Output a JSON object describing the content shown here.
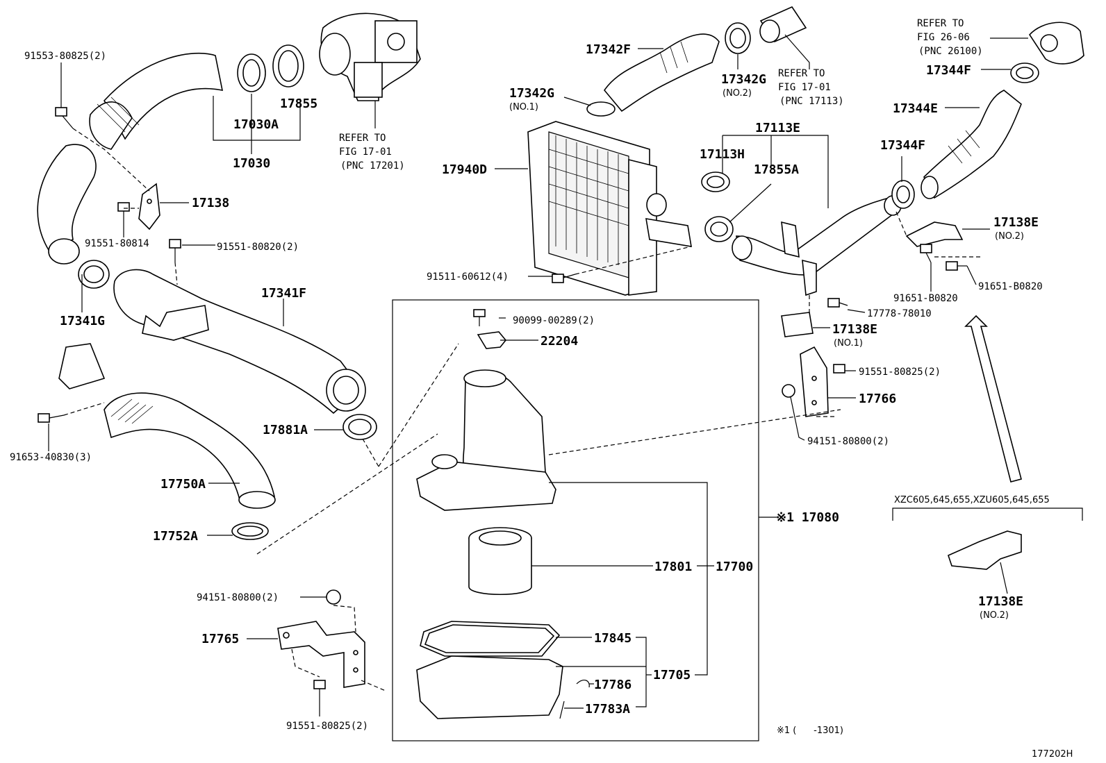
{
  "figure_code": "177202H",
  "footnote": "※1 (      -1301)",
  "variant_note": "XZC605,645,655,XZU605,645,655",
  "refs": {
    "turbo": [
      "REFER TO",
      "FIG 17-01",
      "(PNC 17201)"
    ],
    "pipe": [
      "REFER TO",
      "FIG 17-01",
      "(PNC 17113)"
    ],
    "throttle": [
      "REFER TO",
      "FIG 26-06",
      "(PNC 26100)"
    ]
  },
  "labels": {
    "l91553_80825": "91553-80825(2)",
    "l17030A": "17030A",
    "l17855": "17855",
    "l17030": "17030",
    "l17138": "17138",
    "l91551_80814": "91551-80814",
    "l91551_80820": "91551-80820(2)",
    "l17341F": "17341F",
    "l17341G": "17341G",
    "l91653_40830": "91653-40830(3)",
    "l17750A": "17750A",
    "l17752A": "17752A",
    "l17881A": "17881A",
    "l94151_80800_a": "94151-80800(2)",
    "l17765": "17765",
    "l91551_80825_b": "91551-80825(2)",
    "l17342F": "17342F",
    "l17342G_a": "17342G",
    "l17342G_a_no": "(NO.1)",
    "l17342G_b": "17342G",
    "l17342G_b_no": "(NO.2)",
    "l17940D": "17940D",
    "l91511_60612": "91511-60612(4)",
    "l90099_00289": "90099-00289(2)",
    "l22204": "22204",
    "l17080": "※1 17080",
    "l17801": "17801",
    "l17700": "17700",
    "l17845": "17845",
    "l17786": "17786",
    "l17705": "17705",
    "l17783A": "17783A",
    "l17113E": "17113E",
    "l17113H": "17113H",
    "l17855A": "17855A",
    "l17344F_a": "17344F",
    "l17344E": "17344E",
    "l17344F_b": "17344F",
    "l17138E_a": "17138E",
    "l17138E_a_no": "(NO.2)",
    "l91651_B0820_a": "91651-B0820",
    "l91651_B0820_b": "91651-B0820",
    "l17778_78010": "17778-78010",
    "l17138E_b": "17138E",
    "l17138E_b_no": "(NO.1)",
    "l91551_80825_c": "91551-80825(2)",
    "l17766": "17766",
    "l94151_80800_b": "94151-80800(2)",
    "l17138E_c": "17138E",
    "l17138E_c_no": "(NO.2)"
  }
}
